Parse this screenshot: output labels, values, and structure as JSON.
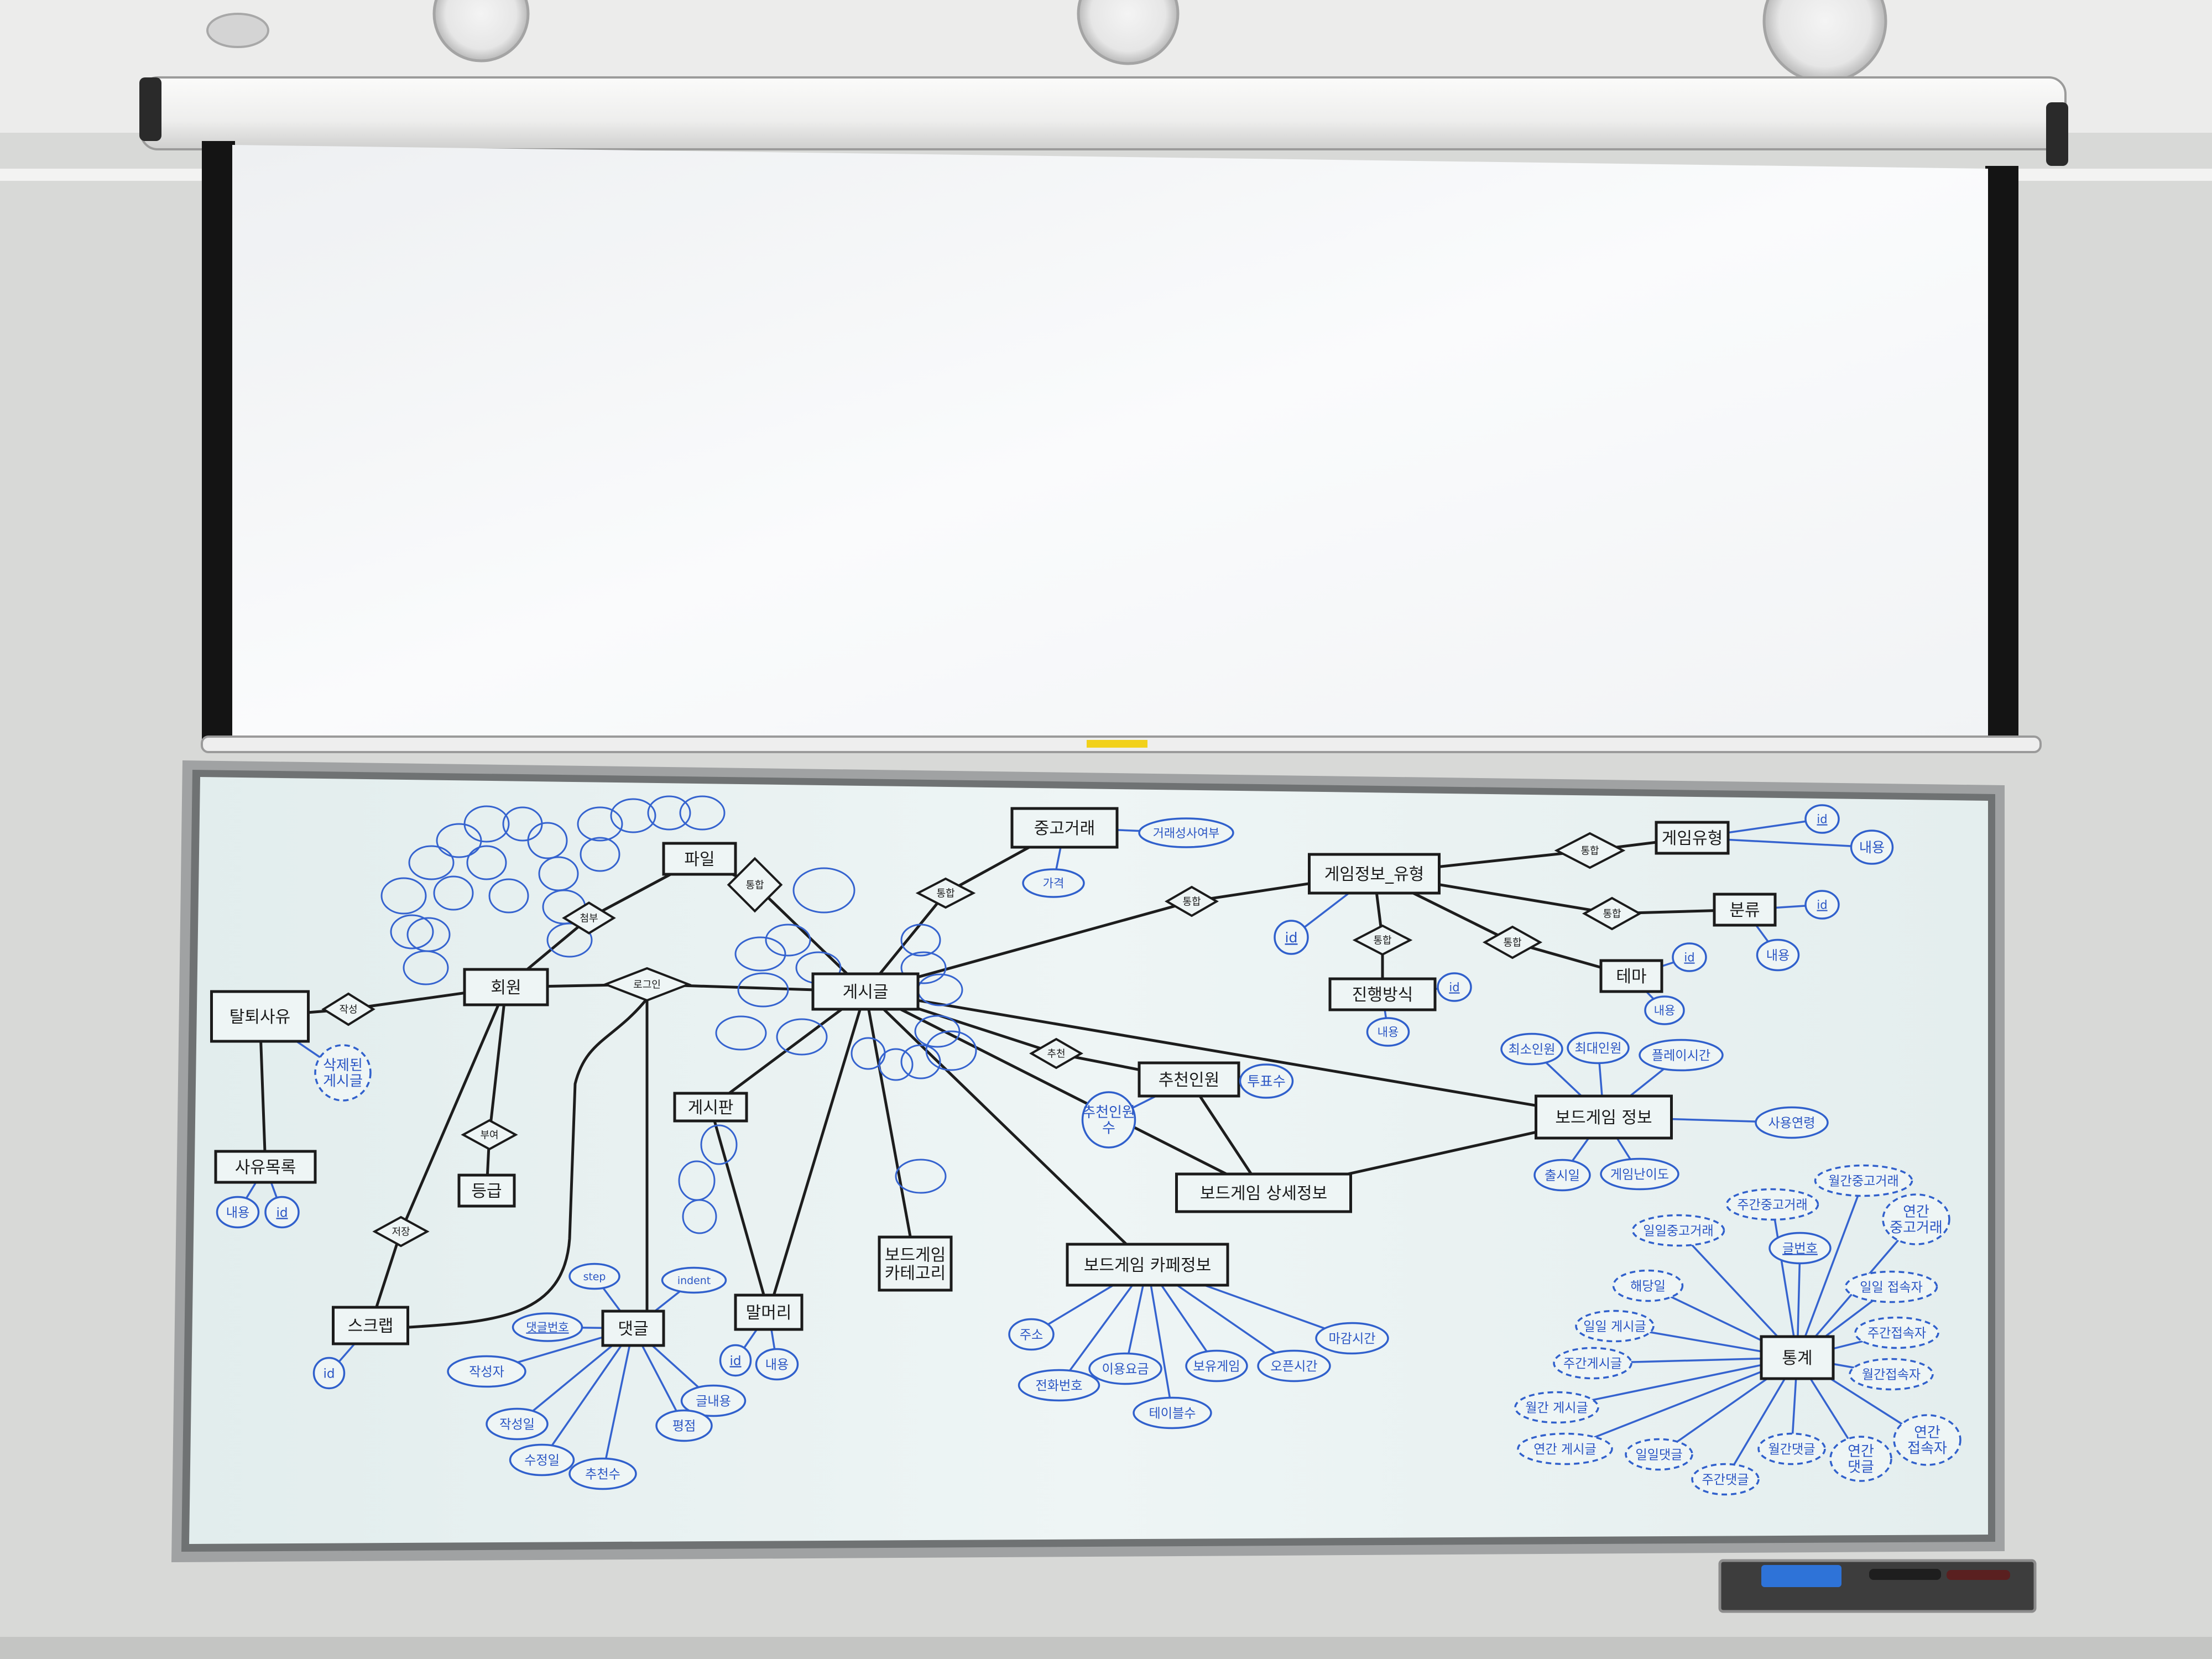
{
  "palette": {
    "wall": "#d9dad8",
    "ceiling": "#ebebea",
    "screen": "#f7f8f9",
    "screen_case": "#f1f1f0",
    "board": "#e9f2f2",
    "frame": "#8d8f90",
    "ink_black": "#1b1b1b",
    "ink_blue": "#2f5fd0"
  },
  "entities": [
    {
      "key": "member",
      "label": "회원"
    },
    {
      "key": "post",
      "label": "게시글"
    },
    {
      "key": "file",
      "label": "파일"
    },
    {
      "key": "used_trade",
      "label": "중고거래"
    },
    {
      "key": "game_type_info",
      "label": "게임정보_유형"
    },
    {
      "key": "game_type",
      "label": "게임유형"
    },
    {
      "key": "category",
      "label": "분류"
    },
    {
      "key": "theme",
      "label": "테마"
    },
    {
      "key": "progress",
      "label": "진행방식"
    },
    {
      "key": "recommender",
      "label": "추천인원"
    },
    {
      "key": "boardgame_info",
      "label": "보드게임 정보"
    },
    {
      "key": "bg_detail",
      "label": "보드게임 상세정보"
    },
    {
      "key": "cafe_info",
      "label": "보드게임 카페정보"
    },
    {
      "key": "bg_category",
      "label": "보드게임 카테고리"
    },
    {
      "key": "board",
      "label": "게시판"
    },
    {
      "key": "header",
      "label": "말머리"
    },
    {
      "key": "comment",
      "label": "댓글"
    },
    {
      "key": "scrap",
      "label": "스크랩"
    },
    {
      "key": "grade",
      "label": "등급"
    },
    {
      "key": "withdraw",
      "label": "탈퇴사유"
    },
    {
      "key": "reason_list",
      "label": "사유목록"
    },
    {
      "key": "stats",
      "label": "통계"
    }
  ],
  "relationships": [
    {
      "key": "login",
      "label": "로그인"
    },
    {
      "key": "write_r",
      "label": "작성"
    },
    {
      "key": "attach",
      "label": "첨부"
    },
    {
      "key": "integ1",
      "label": "통합"
    },
    {
      "key": "integ2",
      "label": "통합"
    },
    {
      "key": "integ3",
      "label": "통합"
    },
    {
      "key": "integ4",
      "label": "통합"
    },
    {
      "key": "integ5",
      "label": "통합"
    },
    {
      "key": "integ6",
      "label": "통합"
    },
    {
      "key": "integ7",
      "label": "통합"
    },
    {
      "key": "recommend",
      "label": "추천"
    },
    {
      "key": "grant",
      "label": "부여"
    },
    {
      "key": "save",
      "label": "저장"
    }
  ],
  "attributes": [
    {
      "key": "a_trade_flag",
      "label": "거래성사여부"
    },
    {
      "key": "a_price",
      "label": "가격"
    },
    {
      "key": "a_id_gti",
      "label": "id"
    },
    {
      "key": "a_id_gt",
      "label": "id"
    },
    {
      "key": "a_content_gt",
      "label": "내용"
    },
    {
      "key": "a_id_cat",
      "label": "id"
    },
    {
      "key": "a_content_cat",
      "label": "내용"
    },
    {
      "key": "a_id_theme",
      "label": "id"
    },
    {
      "key": "a_content_theme",
      "label": "내용"
    },
    {
      "key": "a_id_prog",
      "label": "id"
    },
    {
      "key": "a_content_prog",
      "label": "내용"
    },
    {
      "key": "a_min_players",
      "label": "최소인원"
    },
    {
      "key": "a_max_players",
      "label": "최대인원"
    },
    {
      "key": "a_playtime",
      "label": "플레이시간"
    },
    {
      "key": "a_age",
      "label": "사용연령"
    },
    {
      "key": "a_release",
      "label": "출시일"
    },
    {
      "key": "a_difficulty",
      "label": "게임난이도"
    },
    {
      "key": "a_votes",
      "label": "투표수"
    },
    {
      "key": "a_rec_count",
      "label": "추천인원 수"
    },
    {
      "key": "a_address",
      "label": "주소"
    },
    {
      "key": "a_phone",
      "label": "전화번호"
    },
    {
      "key": "a_fee",
      "label": "이용요금"
    },
    {
      "key": "a_tables",
      "label": "테이블수"
    },
    {
      "key": "a_games",
      "label": "보유게임"
    },
    {
      "key": "a_opentime",
      "label": "오픈시간"
    },
    {
      "key": "a_closetime",
      "label": "마감시간"
    },
    {
      "key": "a_id_header",
      "label": "id"
    },
    {
      "key": "a_content_header",
      "label": "내용"
    },
    {
      "key": "a_content_reason",
      "label": "내용"
    },
    {
      "key": "a_id_reason",
      "label": "id"
    },
    {
      "key": "a_step",
      "label": "step"
    },
    {
      "key": "a_indent",
      "label": "indent"
    },
    {
      "key": "a_comment_no",
      "label": "댓글번호"
    },
    {
      "key": "a_writer",
      "label": "작성자"
    },
    {
      "key": "a_content_comment",
      "label": "글내용"
    },
    {
      "key": "a_created",
      "label": "작성일"
    },
    {
      "key": "a_modified",
      "label": "수정일"
    },
    {
      "key": "a_recommends",
      "label": "추천수"
    },
    {
      "key": "a_rating",
      "label": "평점"
    },
    {
      "key": "a_id_member",
      "label": "id"
    },
    {
      "key": "a_delete_flag",
      "label": "삭제된 게시글"
    },
    {
      "key": "a_daily_trade",
      "label": "일일중고거래"
    },
    {
      "key": "a_weekly_trade",
      "label": "주간중고거래"
    },
    {
      "key": "a_monthly_trade",
      "label": "월간중고거래"
    },
    {
      "key": "a_yearly_trade",
      "label": "연간 중고거래"
    },
    {
      "key": "a_serial",
      "label": "글번호"
    },
    {
      "key": "a_date",
      "label": "해당일"
    },
    {
      "key": "a_daily_posts",
      "label": "일일 게시글"
    },
    {
      "key": "a_weekly_posts",
      "label": "주간게시글"
    },
    {
      "key": "a_monthly_posts",
      "label": "월간 게시글"
    },
    {
      "key": "a_yearly_posts",
      "label": "연간 게시글"
    },
    {
      "key": "a_daily_visit",
      "label": "일일 접속자"
    },
    {
      "key": "a_weekly_visit",
      "label": "주간접속자"
    },
    {
      "key": "a_monthly_visit",
      "label": "월간접속자"
    },
    {
      "key": "a_yearly_visit",
      "label": "연간 접속자"
    },
    {
      "key": "a_daily_cmt",
      "label": "일일댓글"
    },
    {
      "key": "a_weekly_cmt",
      "label": "주간댓글"
    },
    {
      "key": "a_monthly_cmt",
      "label": "월간댓글"
    },
    {
      "key": "a_yearly_cmt",
      "label": "연간 댓글"
    }
  ]
}
